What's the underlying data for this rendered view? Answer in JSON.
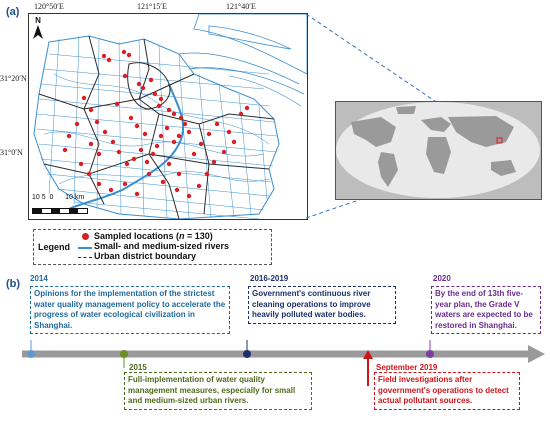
{
  "panel_a": {
    "label": "(a)"
  },
  "panel_b": {
    "label": "(b)"
  },
  "map": {
    "lon_ticks": [
      "120°50′E",
      "121°15′E",
      "121°40′E"
    ],
    "lat_ticks": [
      "31°20′N",
      "31°0′N"
    ],
    "north_label": "N",
    "scale_numbers": [
      "10",
      "5",
      "0",
      "10 km"
    ],
    "colors": {
      "river": "#3a8fd0",
      "boundary": "#2b2b2b",
      "sample": "#d81f26"
    }
  },
  "legend": {
    "title": "Legend",
    "items": [
      {
        "text": "Sampled locations (",
        "italic": "n",
        "suffix": " = 130)"
      },
      {
        "text": "Small- and medium-sized rivers"
      },
      {
        "text": "Urban district boundary"
      }
    ]
  },
  "timeline": {
    "events": [
      {
        "year": "2014",
        "text": "Opinions for the implementation of the strictest water quality management policy to accelerate the progress of water ecological civilization in Shanghai.",
        "color": "#1f6a9e"
      },
      {
        "year": "2015",
        "text": "Full-implementation of water quality management measures, especially for small and medium-sized urban rivers.",
        "color": "#4f6b1d"
      },
      {
        "year": "2016-2019",
        "text": "Government's continuous river cleaning operations to improve heavily polluted water bodies.",
        "color": "#1c2f6b"
      },
      {
        "year": "September 2019",
        "text": "Field investigations after government's operations to detect actual pollutant sources.",
        "color": "#d0141a"
      },
      {
        "year": "2020",
        "text": "By the end of 13th five-year plan, the Grade V waters are expected to be restored in Shanghai.",
        "color": "#6a2c91"
      }
    ]
  }
}
